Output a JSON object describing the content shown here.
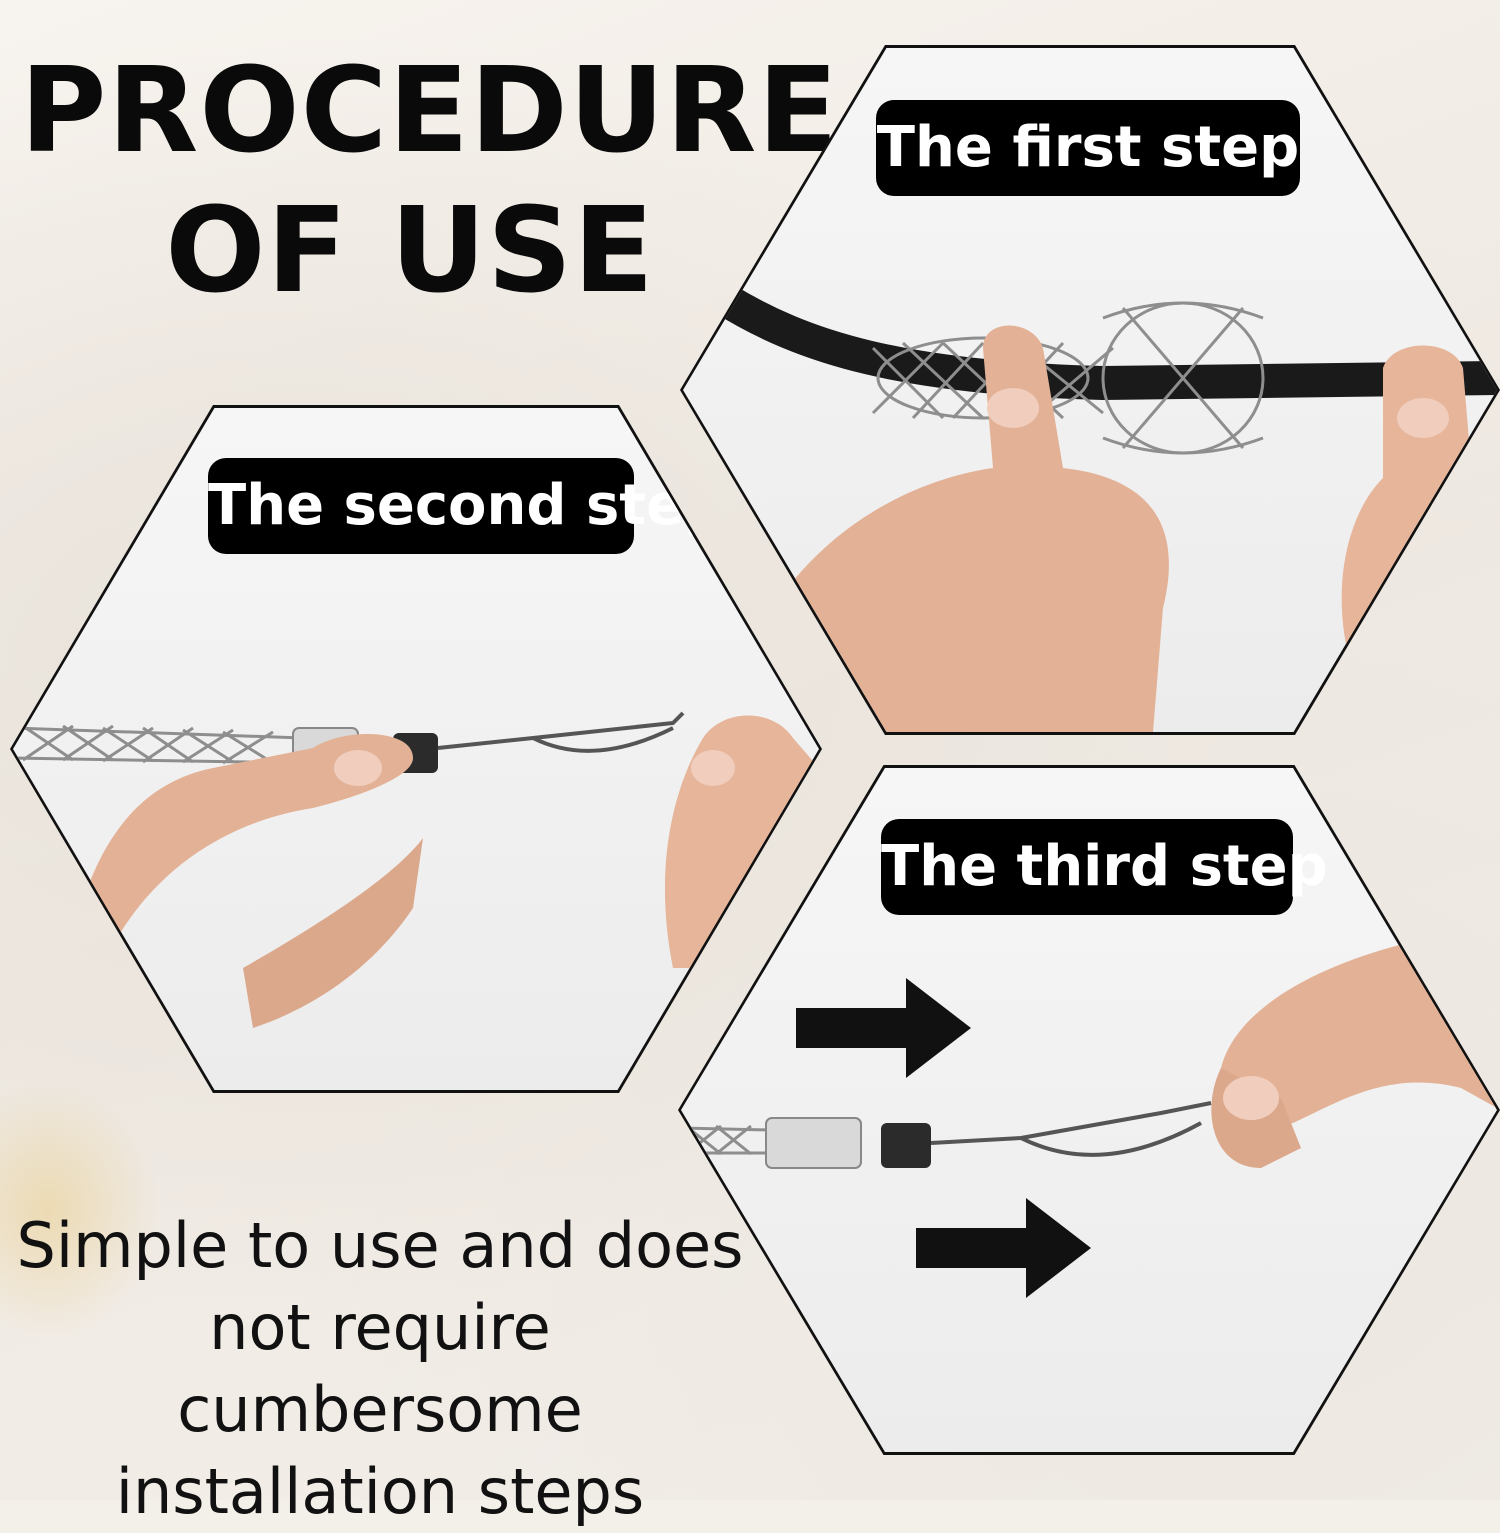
{
  "title": {
    "line1": "PROCEDURE",
    "line2": "OF USE"
  },
  "steps": [
    {
      "label": "The first step"
    },
    {
      "label": "The second step"
    },
    {
      "label": "The third step"
    }
  ],
  "caption": {
    "line1": "Simple to use and does",
    "line2": "not require cumbersome",
    "line3": "installation steps"
  },
  "colors": {
    "text": "#0a0a0a",
    "label_bg": "#000000",
    "label_text": "#ffffff",
    "skin": "#e6b59a",
    "mesh": "#9c9c9c",
    "cable": "#1a1a1a"
  },
  "icons": [
    "arrow-right-icon",
    "arrow-right-icon"
  ]
}
